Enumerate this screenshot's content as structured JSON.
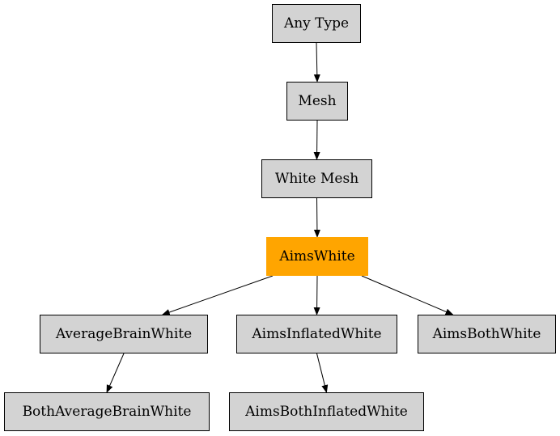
{
  "diagram": {
    "highlight_color": "#ffa500",
    "node_color": "#d3d3d3",
    "nodes": {
      "any_type": "Any Type",
      "mesh": "Mesh",
      "white_mesh": "White Mesh",
      "aims_white": "AimsWhite",
      "average_brain_white": "AverageBrainWhite",
      "aims_inflated_white": "AimsInflatedWhite",
      "aims_both_white": "AimsBothWhite",
      "both_average_brain_white": "BothAverageBrainWhite",
      "aims_both_inflated_white": "AimsBothInflatedWhite"
    },
    "edges": [
      [
        "any_type",
        "mesh"
      ],
      [
        "mesh",
        "white_mesh"
      ],
      [
        "white_mesh",
        "aims_white"
      ],
      [
        "aims_white",
        "average_brain_white"
      ],
      [
        "aims_white",
        "aims_inflated_white"
      ],
      [
        "aims_white",
        "aims_both_white"
      ],
      [
        "average_brain_white",
        "both_average_brain_white"
      ],
      [
        "aims_inflated_white",
        "aims_both_inflated_white"
      ]
    ]
  }
}
